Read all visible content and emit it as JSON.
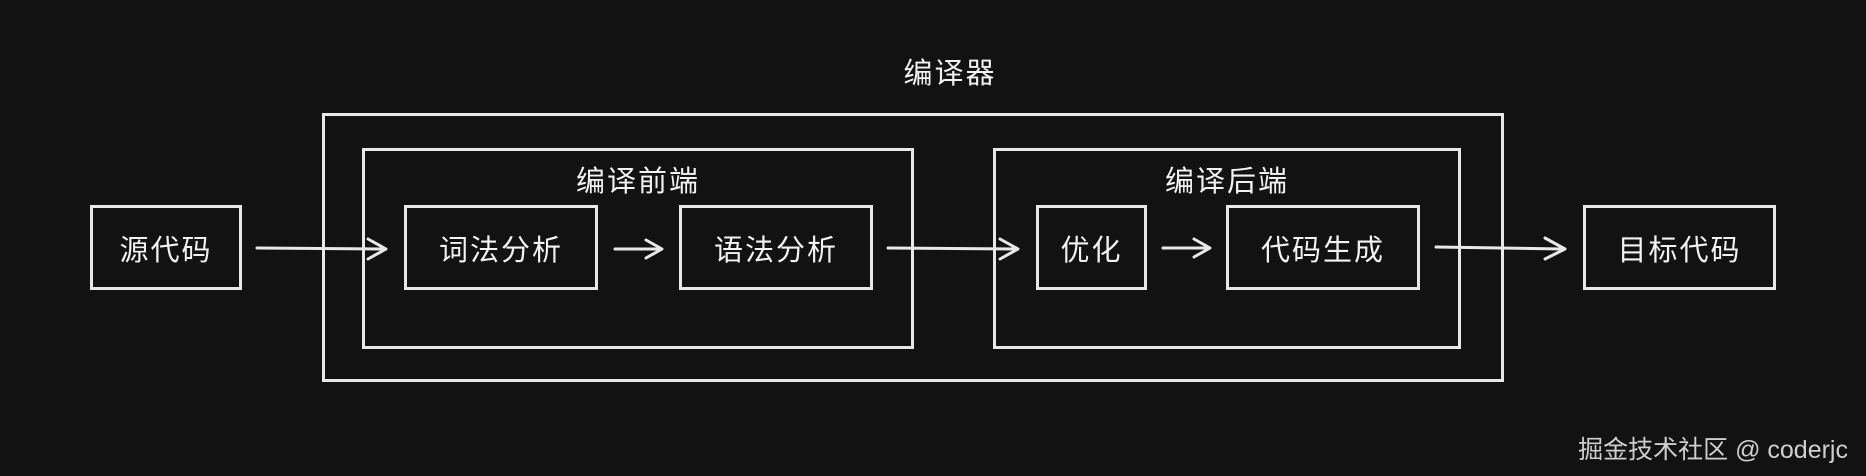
{
  "diagram": {
    "title": "编译器",
    "frontend": {
      "title": "编译前端",
      "lexical": "词法分析",
      "syntax": "语法分析"
    },
    "backend": {
      "title": "编译后端",
      "optimize": "优化",
      "codegen": "代码生成"
    },
    "source": "源代码",
    "target": "目标代码"
  },
  "watermark": "掘金技术社区 @ coderjc",
  "colors": {
    "background": "#121212",
    "stroke": "#e8e8e8",
    "text": "#f2f2f2"
  }
}
